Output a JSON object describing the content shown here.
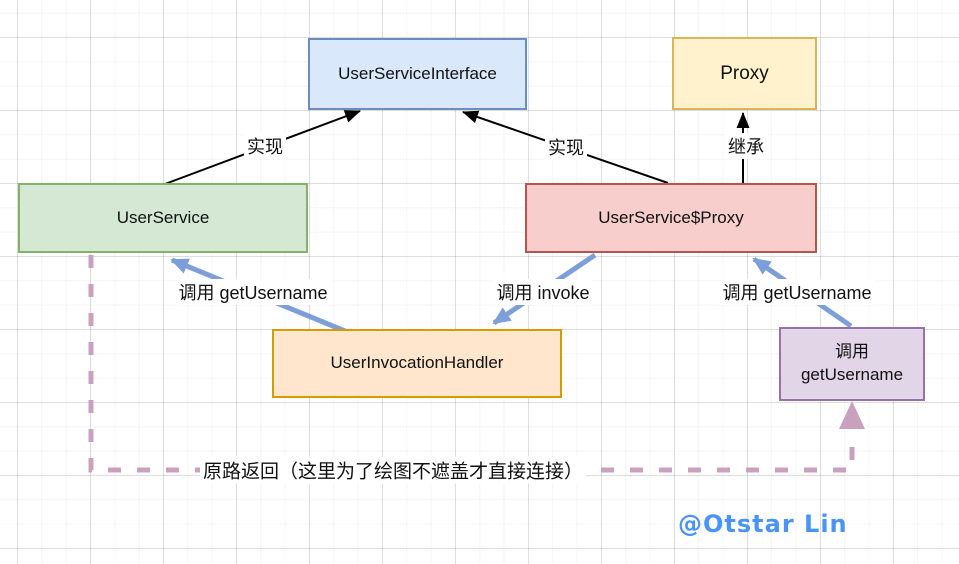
{
  "diagram": {
    "title_hint": "dynamic proxy call-flow diagram",
    "nodes": [
      {
        "id": "user-service-interface",
        "label": "UserServiceInterface",
        "fill": "#dae8fc",
        "border": "#6c8ebf"
      },
      {
        "id": "proxy",
        "label": "Proxy",
        "fill": "#fff2cc",
        "border": "#d6b656"
      },
      {
        "id": "user-service",
        "label": "UserService",
        "fill": "#d5e8d4",
        "border": "#82b366"
      },
      {
        "id": "user-service-proxy",
        "label": "UserService$Proxy",
        "fill": "#f8cecc",
        "border": "#b85450"
      },
      {
        "id": "user-invocation-handler",
        "label": "UserInvocationHandler",
        "fill": "#ffe6cc",
        "border": "#d79b00"
      },
      {
        "id": "call-get-username-node",
        "label": "调用 getUsername",
        "fill": "#e1d5e7",
        "border": "#9673a6"
      }
    ],
    "edge_labels": [
      {
        "id": "implement-left",
        "text": "实现"
      },
      {
        "id": "implement-right",
        "text": "实现"
      },
      {
        "id": "extend",
        "text": "继承"
      },
      {
        "id": "call-get-username-left",
        "text": "调用 getUsername"
      },
      {
        "id": "call-invoke",
        "text": "调用 invoke"
      },
      {
        "id": "call-get-username-right",
        "text": "调用 getUsername"
      },
      {
        "id": "return-note",
        "text": "原路返回（这里为了绘图不遮盖才直接连接）"
      }
    ],
    "colors": {
      "black_arrow": "#000000",
      "blue_arrow": "#7d9fd9",
      "dashed_return_arrow": "#c9a1bf",
      "watermark": "#4a94f8"
    },
    "watermark": "@Otstar Lin"
  }
}
